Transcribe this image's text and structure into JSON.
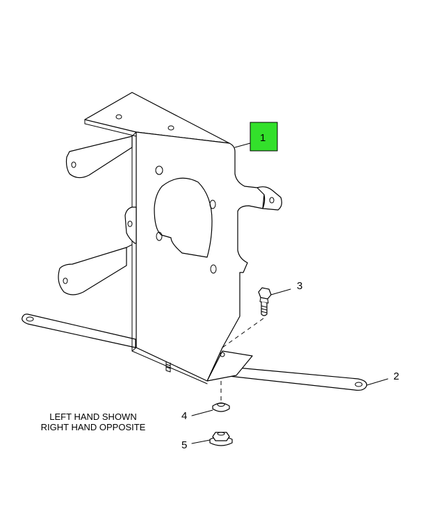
{
  "diagram": {
    "callouts": [
      {
        "id": "1",
        "label": "1"
      },
      {
        "id": "2",
        "label": "2"
      },
      {
        "id": "3",
        "label": "3"
      },
      {
        "id": "4",
        "label": "4"
      },
      {
        "id": "5",
        "label": "5"
      }
    ],
    "note": {
      "line1": "LEFT HAND SHOWN",
      "line2": "RIGHT HAND OPPOSITE"
    },
    "highlight_color": "#33e02b"
  }
}
